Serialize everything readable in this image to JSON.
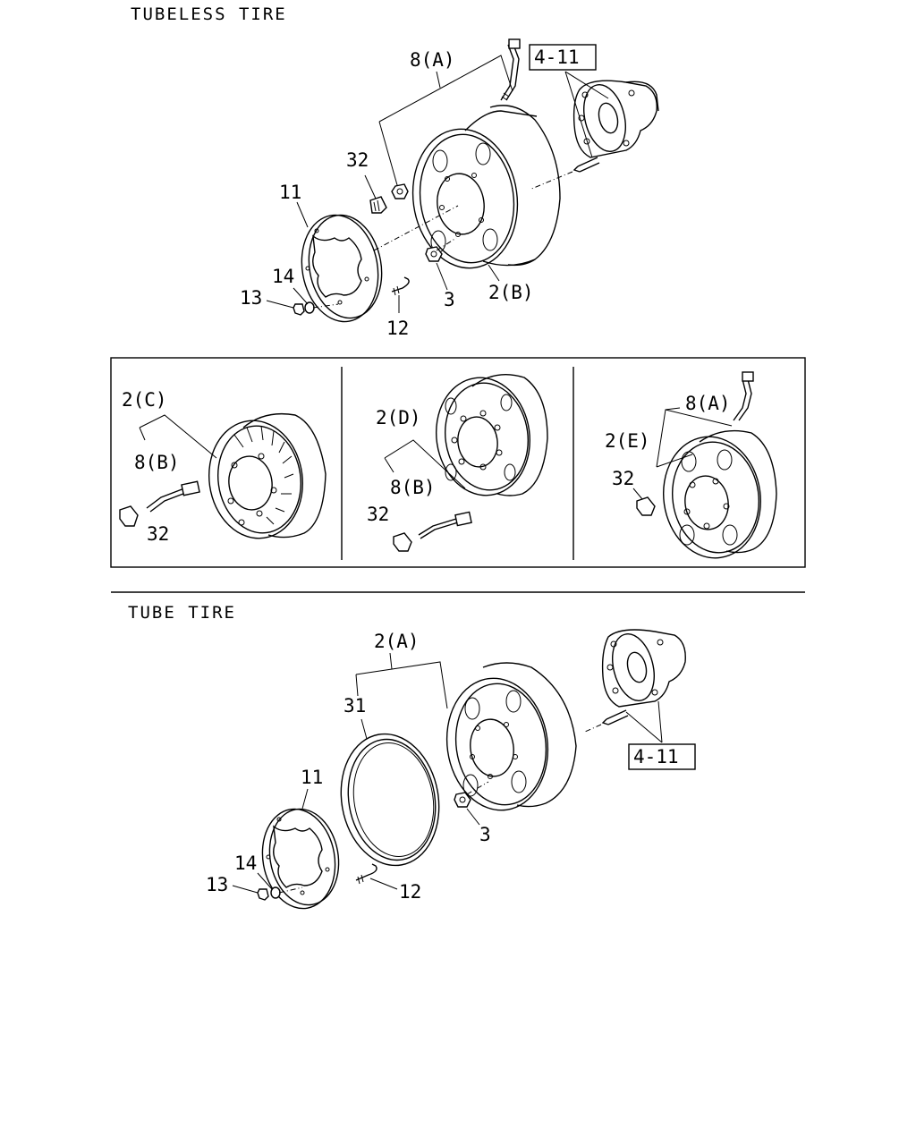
{
  "sections": {
    "tubeless_title": "TUBELESS TIRE",
    "tube_title": "TUBE TIRE"
  },
  "labels": {
    "t_8A": "8(A)",
    "t_ref": "4-11",
    "t_32": "32",
    "t_11": "11",
    "t_14": "14",
    "t_13": "13",
    "t_12": "12",
    "t_3": "3",
    "t_2B": "2(B)",
    "p1_2C": "2(C)",
    "p1_8B": "8(B)",
    "p1_32": "32",
    "p2_2D": "2(D)",
    "p2_8B": "8(B)",
    "p2_32": "32",
    "p3_8A": "8(A)",
    "p3_2E": "2(E)",
    "p3_32": "32",
    "b_2A": "2(A)",
    "b_31": "31",
    "b_11": "11",
    "b_14": "14",
    "b_13": "13",
    "b_12": "12",
    "b_3": "3",
    "b_ref": "4-11"
  }
}
